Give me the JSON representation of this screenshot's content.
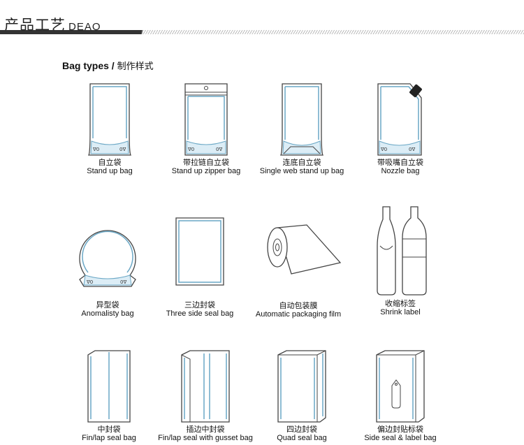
{
  "header": {
    "title_cn": "产品工艺",
    "title_en": "DEAO"
  },
  "section": {
    "title_en": "Bag types /",
    "title_cn": "制作样式"
  },
  "items": [
    {
      "cn": "自立袋",
      "en": "Stand up bag",
      "icon": "stand-up-bag-icon"
    },
    {
      "cn": "带拉链自立袋",
      "en": "Stand up zipper bag",
      "icon": "zipper-bag-icon"
    },
    {
      "cn": "连底自立袋",
      "en": "Single web stand up bag",
      "icon": "single-web-bag-icon"
    },
    {
      "cn": "带吸嘴自立袋",
      "en": "Nozzle bag",
      "icon": "nozzle-bag-icon"
    },
    {
      "cn": "异型袋",
      "en": "Anomalisty bag",
      "icon": "anomalisty-bag-icon"
    },
    {
      "cn": "三边封袋",
      "en": "Three side seal bag",
      "icon": "three-side-seal-bag-icon"
    },
    {
      "cn": "自动包装膜",
      "en": "Automatic packaging film",
      "icon": "packaging-film-roll-icon"
    },
    {
      "cn": "收缩标签",
      "en": "Shrink label",
      "icon": "shrink-label-bottles-icon"
    },
    {
      "cn": "中封袋",
      "en": "Fin/lap seal bag",
      "icon": "fin-seal-bag-icon"
    },
    {
      "cn": "插边中封袋",
      "en": "Fin/lap seal with gusset bag",
      "icon": "gusset-fin-seal-bag-icon"
    },
    {
      "cn": "四边封袋",
      "en": "Quad seal bag",
      "icon": "quad-seal-bag-icon"
    },
    {
      "cn": "偏边封贴标袋",
      "en": "Side seal & label bag",
      "icon": "side-seal-label-bag-icon"
    }
  ]
}
